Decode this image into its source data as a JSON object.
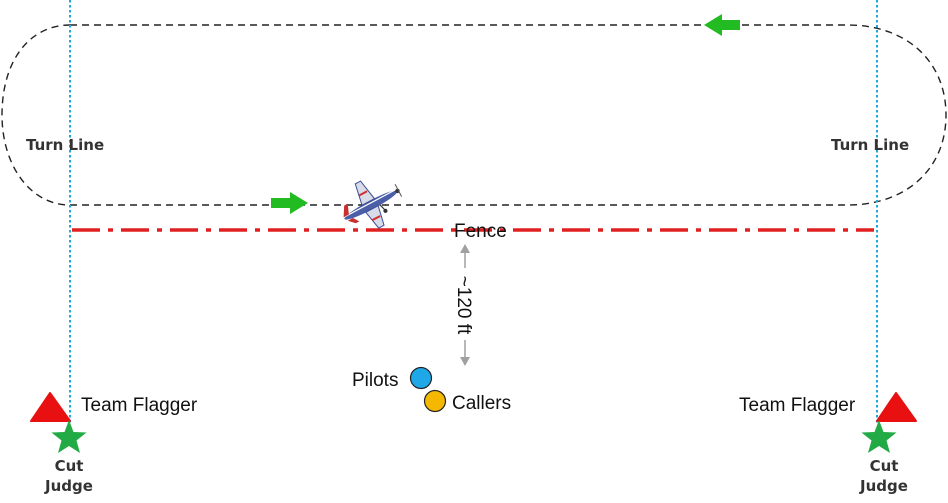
{
  "labels": {
    "turn_line_left": "Turn Line",
    "turn_line_right": "Turn Line",
    "fence": "Fence",
    "distance": "~120 ft",
    "pilots": "Pilots",
    "callers": "Callers",
    "team_flagger_left": "Team Flagger",
    "team_flagger_right": "Team Flagger",
    "cut_judge_left": {
      "line1": "Cut",
      "line2": "Judge"
    },
    "cut_judge_right": {
      "line1": "Cut",
      "line2": "Judge"
    }
  },
  "colors": {
    "turn_line": "#1fa8e0",
    "fence": "#e02020",
    "flight_path": "#222222",
    "direction_arrow": "#22bb22",
    "pilots": "#1fa8e8",
    "callers": "#f5b800",
    "flagger": "#e81010",
    "judge": "#22aa44",
    "distance_arrow": "#a0a0a0"
  },
  "icons": {
    "airplane": "airplane-icon",
    "flagger": "triangle-icon",
    "judge": "star-icon"
  }
}
